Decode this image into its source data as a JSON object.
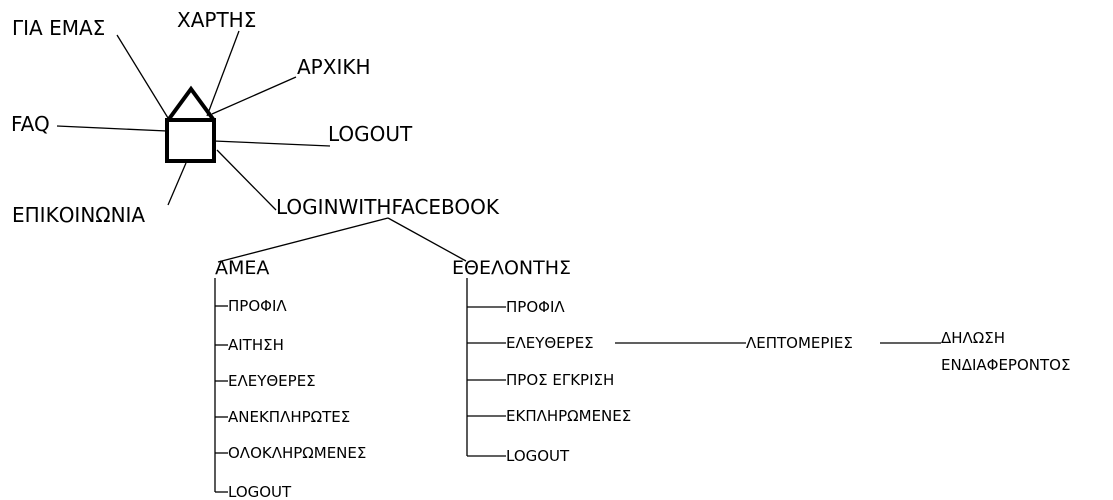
{
  "home": {
    "icon": "house-icon",
    "links": {
      "about": "ΓΙΑ ΕΜΑΣ",
      "map": "ΧΑΡΤΗΣ",
      "home": "ΑΡΧΙΚΗ",
      "faq": "FAQ",
      "logout": "LOGOUT",
      "contact": "ΕΠΙΚΟΙΝΩΝΙΑ",
      "login": "LOGINWITHFACEBOOK"
    }
  },
  "amea": {
    "title": "ΑΜΕΑ",
    "items": [
      "ΠΡΟΦΙΛ",
      "ΑΙΤΗΣΗ",
      "ΕΛΕΥΘΕΡΕΣ",
      "ΑΝΕΚΠΛΗΡΩΤΕΣ",
      "ΟΛΟΚΛΗΡΩΜΕΝΕΣ",
      "LOGOUT"
    ]
  },
  "volunteer": {
    "title": "ΕΘΕΛΟΝΤΗΣ",
    "items": [
      "ΠΡΟΦΙΛ",
      "ΕΛΕΥΘΕΡΕΣ",
      "ΠΡΟΣ ΕΓΚΡΙΣΗ",
      "ΕΚΠΛΗΡΩΜΕΝΕΣ",
      "LOGOUT"
    ]
  },
  "details": {
    "label": "ΛΕΠΤΟΜΕΡΙΕΣ",
    "declaration_line1": "ΔΗΛΩΣΗ",
    "declaration_line2": "ΕΝΔΙΑΦΕΡΟΝΤΟΣ"
  }
}
